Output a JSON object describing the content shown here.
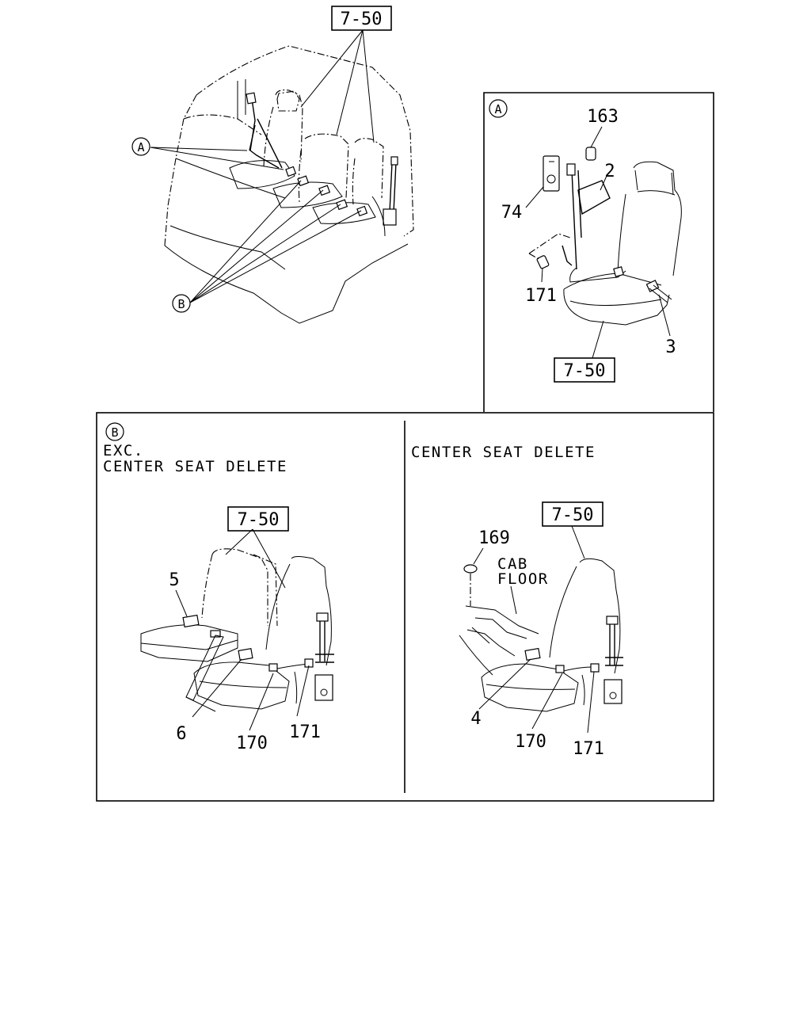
{
  "overview": {
    "ref_box": "7-50",
    "callout_a": "A",
    "callout_b": "B"
  },
  "panel_a": {
    "marker": "A",
    "parts": [
      "163",
      "2",
      "74",
      "171",
      "3"
    ],
    "ref_box": "7-50"
  },
  "panel_b_left": {
    "marker": "B",
    "caption_line1": "EXC.",
    "caption_line2": "CENTER SEAT DELETE",
    "ref_box": "7-50",
    "parts": [
      "5",
      "6",
      "170",
      "171"
    ]
  },
  "panel_b_right": {
    "caption": "CENTER SEAT DELETE",
    "ref_box": "7-50",
    "part_169": "169",
    "note_line1": "CAB",
    "note_line2": "FLOOR",
    "parts": [
      "4",
      "170",
      "171"
    ]
  }
}
